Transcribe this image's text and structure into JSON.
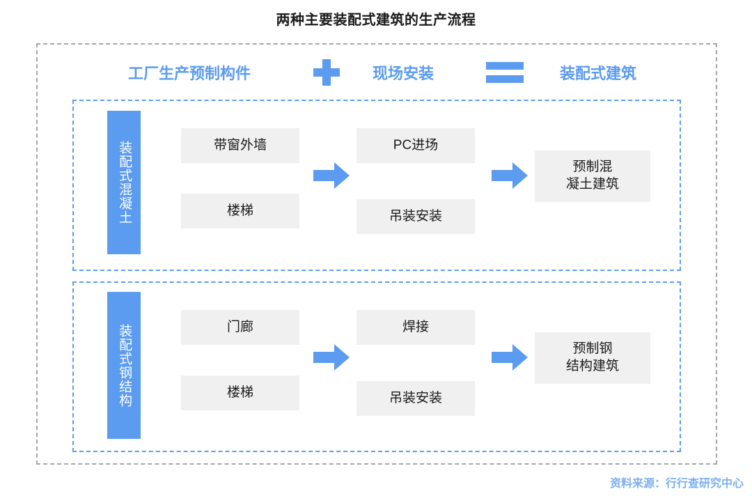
{
  "title": "两种主要装配式建筑的生产流程",
  "equation": {
    "term1": "工厂生产预制构件",
    "plus_icon": "plus-icon",
    "term2": "现场安装",
    "equals_icon": "equals-icon",
    "term3": "装配式建筑"
  },
  "sections": [
    {
      "label": "装配式混凝土",
      "factory_items": [
        "带窗外墙",
        "楼梯"
      ],
      "site_items": [
        "PC进场",
        "吊装安装"
      ],
      "result": "预制混\n凝土建筑",
      "result_line1": "预制混",
      "result_line2": "凝土建筑"
    },
    {
      "label": "装配式钢结构",
      "factory_items": [
        "门廊",
        "楼梯"
      ],
      "site_items": [
        "焊接",
        "吊装安装"
      ],
      "result": "预制钢\n结构建筑",
      "result_line1": "预制钢",
      "result_line2": "结构建筑"
    }
  ],
  "source": "资料来源：行行查研究中心",
  "colors": {
    "accent_blue": "#5b9bf0",
    "box_gray": "#f0f0f0",
    "outer_dash": "#a6a6a6",
    "source_blue": "#7cb0f2",
    "text_dark": "#1a1a1a"
  }
}
